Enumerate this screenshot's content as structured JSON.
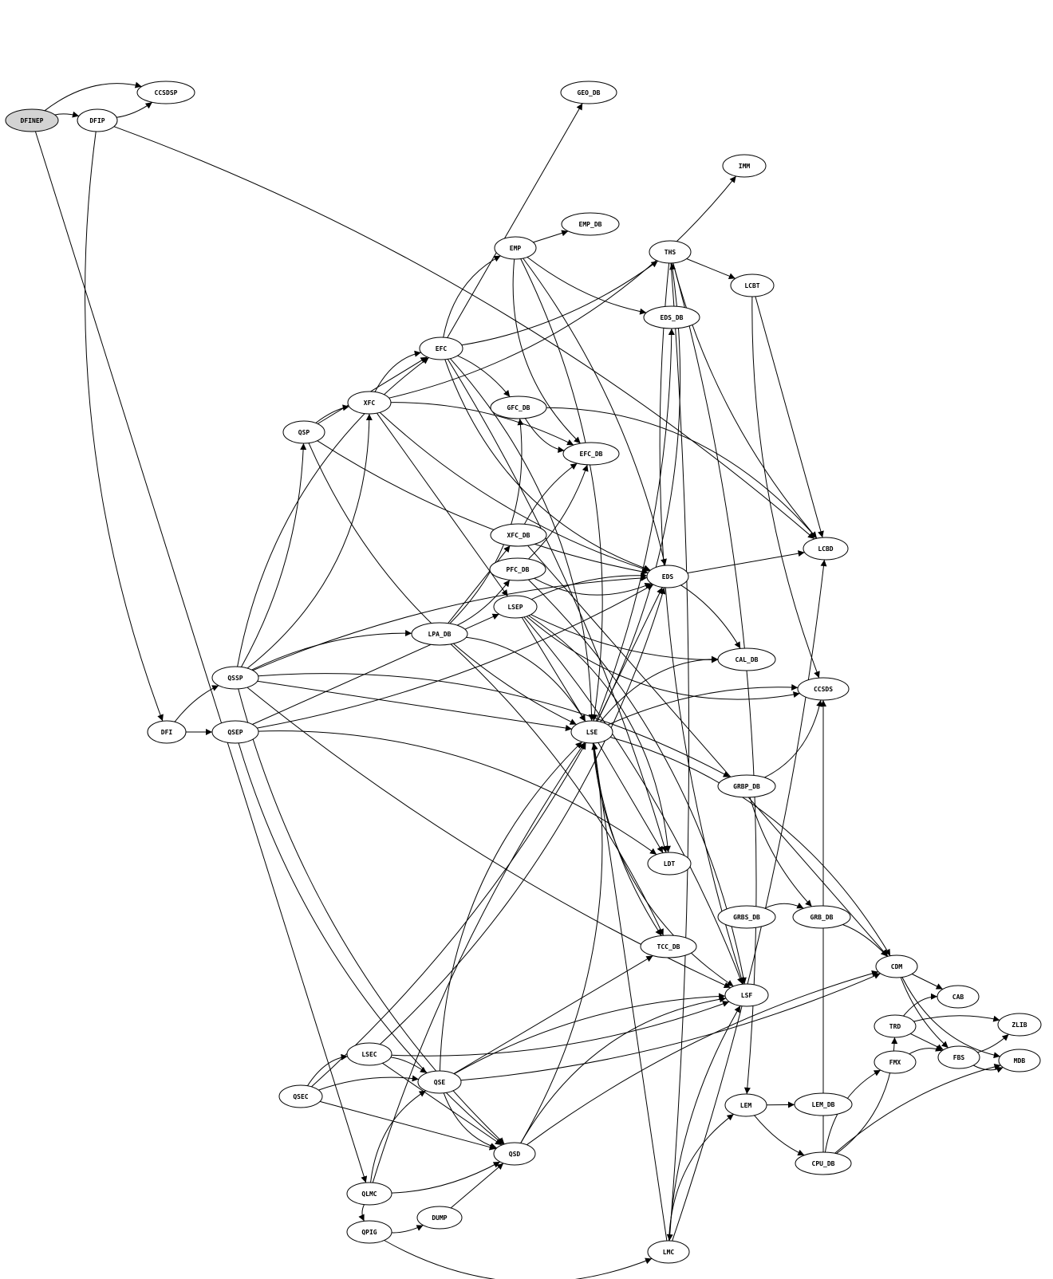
{
  "diagram": {
    "type": "directed-graph",
    "root_fill": "#d3d3d3",
    "nodes": [
      {
        "id": "DFINEP",
        "label": "DFINEP",
        "root": true
      },
      {
        "id": "CCSDSP",
        "label": "CCSDSP"
      },
      {
        "id": "DFIP",
        "label": "DFIP"
      },
      {
        "id": "GEO_DB",
        "label": "GEO_DB"
      },
      {
        "id": "IMM",
        "label": "IMM"
      },
      {
        "id": "EMP_DB",
        "label": "EMP_DB"
      },
      {
        "id": "EMP",
        "label": "EMP"
      },
      {
        "id": "THS",
        "label": "THS"
      },
      {
        "id": "LCBT",
        "label": "LCBT"
      },
      {
        "id": "EDS_DB",
        "label": "EDS_DB"
      },
      {
        "id": "EFC",
        "label": "EFC"
      },
      {
        "id": "XFC",
        "label": "XFC"
      },
      {
        "id": "GFC_DB",
        "label": "GFC_DB"
      },
      {
        "id": "QSP",
        "label": "QSP"
      },
      {
        "id": "EFC_DB",
        "label": "EFC_DB"
      },
      {
        "id": "XFC_DB",
        "label": "XFC_DB"
      },
      {
        "id": "LCBD",
        "label": "LCBD"
      },
      {
        "id": "PFC_DB",
        "label": "PFC_DB"
      },
      {
        "id": "EDS",
        "label": "EDS"
      },
      {
        "id": "LSEP",
        "label": "LSEP"
      },
      {
        "id": "LPA_DB",
        "label": "LPA_DB"
      },
      {
        "id": "CAL_DB",
        "label": "CAL_DB"
      },
      {
        "id": "QSSP",
        "label": "QSSP"
      },
      {
        "id": "CCSDS",
        "label": "CCSDS"
      },
      {
        "id": "DFI",
        "label": "DFI"
      },
      {
        "id": "QSEP",
        "label": "QSEP"
      },
      {
        "id": "LSE",
        "label": "LSE"
      },
      {
        "id": "GRBP_DB",
        "label": "GRBP_DB"
      },
      {
        "id": "LDT",
        "label": "LDT"
      },
      {
        "id": "GRBS_DB",
        "label": "GRBS_DB"
      },
      {
        "id": "GRB_DB",
        "label": "GRB_DB"
      },
      {
        "id": "TCC_DB",
        "label": "TCC_DB"
      },
      {
        "id": "CDM",
        "label": "CDM"
      },
      {
        "id": "LSF",
        "label": "LSF"
      },
      {
        "id": "CAB",
        "label": "CAB"
      },
      {
        "id": "ZLIB",
        "label": "ZLIB"
      },
      {
        "id": "TRD",
        "label": "TRD"
      },
      {
        "id": "LSEC",
        "label": "LSEC"
      },
      {
        "id": "FBS",
        "label": "FBS"
      },
      {
        "id": "FMX",
        "label": "FMX"
      },
      {
        "id": "MDB",
        "label": "MDB"
      },
      {
        "id": "QSE",
        "label": "QSE"
      },
      {
        "id": "QSEC",
        "label": "QSEC"
      },
      {
        "id": "LEM",
        "label": "LEM"
      },
      {
        "id": "LEM_DB",
        "label": "LEM_DB"
      },
      {
        "id": "QSD",
        "label": "QSD"
      },
      {
        "id": "CPU_DB",
        "label": "CPU_DB"
      },
      {
        "id": "QLMC",
        "label": "QLMC"
      },
      {
        "id": "DUMP",
        "label": "DUMP"
      },
      {
        "id": "QPIG",
        "label": "QPIG"
      },
      {
        "id": "LMC",
        "label": "LMC"
      }
    ],
    "edges": [
      [
        "DFINEP",
        "CCSDSP"
      ],
      [
        "DFINEP",
        "DFIP"
      ],
      [
        "DFINEP",
        "QLMC"
      ],
      [
        "DFIP",
        "CCSDSP"
      ],
      [
        "DFIP",
        "DFI"
      ],
      [
        "DFIP",
        "LCBD"
      ],
      [
        "DFI",
        "QSSP"
      ],
      [
        "DFI",
        "QSEP"
      ],
      [
        "QSSP",
        "QSP"
      ],
      [
        "QSSP",
        "XFC"
      ],
      [
        "QSSP",
        "EFC"
      ],
      [
        "QSSP",
        "LPA_DB"
      ],
      [
        "QSSP",
        "LSE"
      ],
      [
        "QSSP",
        "LSF"
      ],
      [
        "QSSP",
        "QSD"
      ],
      [
        "QSSP",
        "GRBP_DB"
      ],
      [
        "QSSP",
        "EDS"
      ],
      [
        "QSEP",
        "LSEP"
      ],
      [
        "QSEP",
        "EDS"
      ],
      [
        "QSEP",
        "QSD"
      ],
      [
        "QSEP",
        "LDT"
      ],
      [
        "QSP",
        "XFC"
      ],
      [
        "QSP",
        "EFC"
      ],
      [
        "QSP",
        "EDS"
      ],
      [
        "QSP",
        "LSE"
      ],
      [
        "XFC",
        "EFC"
      ],
      [
        "XFC",
        "EFC_DB"
      ],
      [
        "XFC",
        "LSEP"
      ],
      [
        "XFC",
        "EDS"
      ],
      [
        "XFC",
        "IMM"
      ],
      [
        "EFC",
        "EMP"
      ],
      [
        "EFC",
        "GFC_DB"
      ],
      [
        "EFC",
        "GEO_DB"
      ],
      [
        "EFC",
        "THS"
      ],
      [
        "EFC",
        "EDS"
      ],
      [
        "EFC",
        "LSE"
      ],
      [
        "EFC",
        "LDT"
      ],
      [
        "EMP",
        "EMP_DB"
      ],
      [
        "EMP",
        "EDS_DB"
      ],
      [
        "EMP",
        "EFC_DB"
      ],
      [
        "EMP",
        "LSE"
      ],
      [
        "EMP",
        "EDS"
      ],
      [
        "THS",
        "LCBT"
      ],
      [
        "THS",
        "LCBD"
      ],
      [
        "THS",
        "LSF"
      ],
      [
        "THS",
        "LEM"
      ],
      [
        "THS",
        "LMC"
      ],
      [
        "LCBT",
        "LCBD"
      ],
      [
        "LCBT",
        "CCSDS"
      ],
      [
        "GFC_DB",
        "EFC_DB"
      ],
      [
        "GFC_DB",
        "LCBD"
      ],
      [
        "XFC_DB",
        "EFC_DB"
      ],
      [
        "XFC_DB",
        "CDM"
      ],
      [
        "PFC_DB",
        "EFC_DB"
      ],
      [
        "PFC_DB",
        "EDS"
      ],
      [
        "PFC_DB",
        "LSF"
      ],
      [
        "LSEP",
        "EDS"
      ],
      [
        "LSEP",
        "LSE"
      ],
      [
        "LSEP",
        "CAL_DB"
      ],
      [
        "LSEP",
        "CCSDS"
      ],
      [
        "LSEP",
        "LDT"
      ],
      [
        "LSEP",
        "LSF"
      ],
      [
        "LPA_DB",
        "XFC_DB"
      ],
      [
        "LPA_DB",
        "PFC_DB"
      ],
      [
        "LPA_DB",
        "GFC_DB"
      ],
      [
        "LPA_DB",
        "LSE"
      ],
      [
        "LPA_DB",
        "TCC_DB"
      ],
      [
        "LSE",
        "EDS"
      ],
      [
        "LSE",
        "EDS_DB"
      ],
      [
        "LSE",
        "THS"
      ],
      [
        "LSE",
        "CAL_DB"
      ],
      [
        "LSE",
        "CCSDS"
      ],
      [
        "LSE",
        "LDT"
      ],
      [
        "LSE",
        "TCC_DB"
      ],
      [
        "LSE",
        "LSF"
      ],
      [
        "LSE",
        "CDM"
      ],
      [
        "EDS",
        "CAL_DB"
      ],
      [
        "EDS",
        "LCBD"
      ],
      [
        "GRBP_DB",
        "GRB_DB"
      ],
      [
        "GRBP_DB",
        "CCSDS"
      ],
      [
        "GRBS_DB",
        "GRB_DB"
      ],
      [
        "GRB_DB",
        "CDM"
      ],
      [
        "CDM",
        "CAB"
      ],
      [
        "CDM",
        "FBS"
      ],
      [
        "CDM",
        "MDB"
      ],
      [
        "TRD",
        "CAB"
      ],
      [
        "TRD",
        "ZLIB"
      ],
      [
        "TRD",
        "FBS"
      ],
      [
        "FBS",
        "ZLIB"
      ],
      [
        "FBS",
        "MDB"
      ],
      [
        "FMX",
        "FBS"
      ],
      [
        "LSEC",
        "QSE"
      ],
      [
        "LSEC",
        "QSD"
      ],
      [
        "LSEC",
        "LSF"
      ],
      [
        "LSEC",
        "EDS"
      ],
      [
        "QSEC",
        "LSEC"
      ],
      [
        "QSEC",
        "QSE"
      ],
      [
        "QSEC",
        "QSD"
      ],
      [
        "QSEC",
        "LSE"
      ],
      [
        "QSE",
        "QSD"
      ],
      [
        "QSE",
        "LSE"
      ],
      [
        "QSE",
        "LSF"
      ],
      [
        "QSE",
        "TCC_DB"
      ],
      [
        "QSE",
        "CDM"
      ],
      [
        "QSD",
        "LSE"
      ],
      [
        "QSD",
        "LSF"
      ],
      [
        "QSD",
        "CDM"
      ],
      [
        "LEM",
        "LEM_DB"
      ],
      [
        "LEM",
        "CPU_DB"
      ],
      [
        "CPU_DB",
        "TRD"
      ],
      [
        "CPU_DB",
        "FMX"
      ],
      [
        "CPU_DB",
        "MDB"
      ],
      [
        "CPU_DB",
        "CCSDS"
      ],
      [
        "QLMC",
        "QSD"
      ],
      [
        "QLMC",
        "QPIG"
      ],
      [
        "QLMC",
        "QSE"
      ],
      [
        "QLMC",
        "LSE"
      ],
      [
        "DUMP",
        "QSD"
      ],
      [
        "QPIG",
        "DUMP"
      ],
      [
        "QPIG",
        "LMC"
      ],
      [
        "LMC",
        "LEM"
      ],
      [
        "LMC",
        "LSF"
      ],
      [
        "LMC",
        "LSE"
      ],
      [
        "LMC",
        "LCBD"
      ]
    ]
  }
}
